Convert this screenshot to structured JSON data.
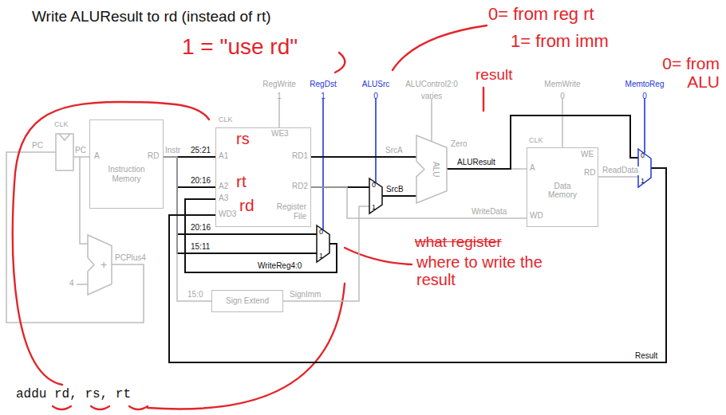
{
  "diagram": {
    "title": "Write ALUResult to rd (instead of rt)",
    "caption": "addu rd, rs, rt",
    "nodes": [
      {
        "text": [
          "Instruction Memory"
        ]
      },
      {
        "text": [
          "+"
        ]
      },
      {
        "text": [
          "Register File"
        ]
      },
      {
        "text": [
          "Sign Extend"
        ]
      },
      {
        "text": [
          "0",
          "1"
        ]
      },
      {
        "text": [
          "0",
          "1"
        ]
      },
      {
        "text": [
          "ALU"
        ]
      },
      {
        "text": [
          "Data Memory"
        ]
      },
      {
        "text": [
          "0",
          "1"
        ]
      }
    ],
    "edges": [
      {
        "from": 0,
        "to": 2,
        "arrow": "none",
        "label": "25:21"
      },
      {
        "from": 0,
        "to": 2,
        "arrow": "none",
        "label": "20:16"
      },
      {
        "from": 0,
        "to": 4,
        "arrow": "none",
        "label": "20:16"
      },
      {
        "from": 0,
        "to": 4,
        "arrow": "none",
        "label": "15:11"
      },
      {
        "from": 0,
        "to": 3,
        "arrow": "none",
        "label": "15:0"
      },
      {
        "from": 2,
        "to": 6,
        "arrow": "none",
        "label": "SrcA"
      },
      {
        "from": 2,
        "to": 5,
        "arrow": "none"
      },
      {
        "from": 3,
        "to": 5,
        "arrow": "none",
        "label": "SignImm"
      },
      {
        "from": 5,
        "to": 6,
        "arrow": "none",
        "label": "SrcB"
      },
      {
        "from": 2,
        "to": 7,
        "arrow": "none",
        "label": "WriteData"
      },
      {
        "from": 6,
        "to": 7,
        "arrow": "none",
        "label": "ALUResult"
      },
      {
        "from": 6,
        "to": 8,
        "arrow": "none"
      },
      {
        "from": 7,
        "to": 8,
        "arrow": "none",
        "label": "ReadData"
      },
      {
        "from": 8,
        "to": 2,
        "arrow": "none",
        "label": "Result"
      },
      {
        "from": 4,
        "to": 2,
        "arrow": "none",
        "label": "WriteReg4:0"
      }
    ],
    "labels": [
      "CLK",
      "PC",
      "PC",
      "A",
      "RD",
      "Instr",
      "4",
      "PCPlus4",
      "CLK",
      "WE3",
      "A1",
      "A2",
      "A3",
      "WD3",
      "RD1",
      "RD2",
      "RegWrite",
      "1",
      "RegDst",
      "1",
      "ALUSrc",
      "0",
      "ALUControl2:0",
      "varies",
      "MemWrite",
      "0",
      "MemtoReg",
      "0",
      "Zero",
      "CLK",
      "WE",
      "A",
      "RD",
      "WD",
      "1 = \"use rd\"",
      "0= from reg rt",
      "1= from imm",
      "0= from ALU",
      "result",
      "rs",
      "rt",
      "rd",
      "what register",
      "where to write the result"
    ]
  }
}
